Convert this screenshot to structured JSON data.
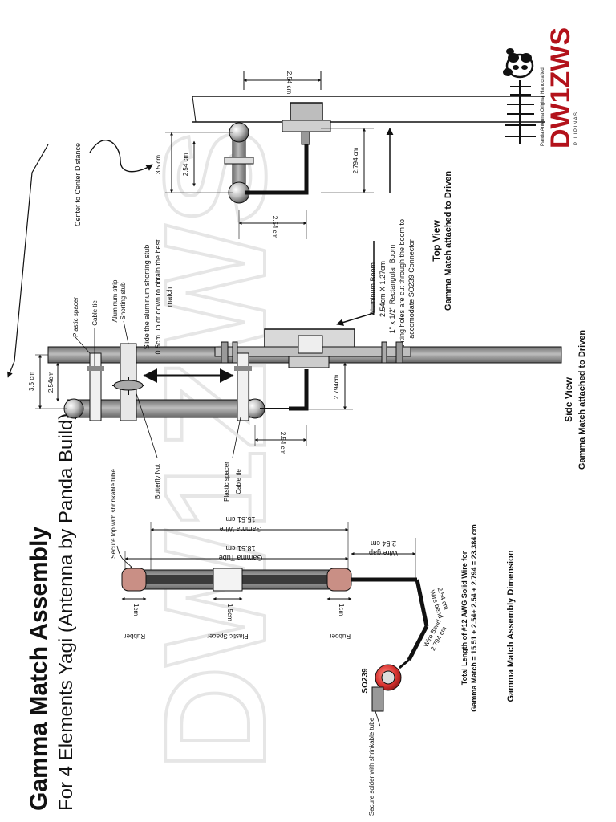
{
  "title": "Gamma Match Assembly",
  "subtitle": "For 4 Elements Yagi (Antenna by Panda Build)",
  "watermark": "DW1ZWS",
  "logo": {
    "callsign": "DW1ZWS",
    "country": "P I L I P I N A S",
    "tagline": "Panda Antenna Original Handcrafted"
  },
  "assembly": {
    "section_title": "Gamma Match Assembly Dimension",
    "secure_top": "Secure top with shrinkable tube",
    "secure_solder": "Secure solder with shrinkable tube",
    "gamma_wire_label": "Gamma Wire",
    "gamma_wire_value": "15.51 cm",
    "gamma_tube_label": "Gamma Tube",
    "gamma_tube_value": "18.51 cm",
    "wire_gap_label": "Wire gap",
    "wire_gap_value": "2.54 cm",
    "rubber_left": "Rubber",
    "rubber_right": "Rubber",
    "rubber_left_dim": "1cm",
    "rubber_right_dim": "1cm",
    "plastic_spacer": "Plastic Spacer",
    "plastic_spacer_dim": "1.5cm",
    "wire_bend_1_label": "Wire bend",
    "wire_bend_1_value": "2.54 cm",
    "wire_bend_2_label": "Wire Bend",
    "wire_bend_2_value": "2.794 cm",
    "connector": "SO239",
    "total_length_line1": "Total Length of #12 AWG Solid Wire for",
    "total_length_line2": "Gamma Match = 15.51 + 2.54+ 2.54 + 2.794 = 23.384 cm"
  },
  "side_view": {
    "title": "Side View",
    "subtitle": "Gamma Match attached to Driven",
    "dim_35": "3.5 cm",
    "dim_254_a": "2.54cm",
    "dim_2794": "2.794cm",
    "dim_254_b": "2.54 cm",
    "plastic_spacer_top": "Plastic spacer",
    "cable_tie_top": "Cable tie",
    "aluminum_strip": "Aluminum strip",
    "shorting_stub": "Shorting stub",
    "slide_note_1": "Slide the aluminum shorting stub",
    "slide_note_2": "0.5cm up or down to obtain the best",
    "slide_note_3": "match",
    "butterfly_nut": "Butterfly Nut",
    "plastic_spacer_bottom": "Plastic spacer",
    "cable_tie_bottom": "Cable tie",
    "center_distance": "Center to Center Distance"
  },
  "top_view": {
    "title": "Top View",
    "subtitle": "Gamma Match attached to Driven",
    "dim_254_top": "2.54 cm",
    "dim_35": "3.5 cm",
    "dim_254_side": "2.54 cm",
    "dim_254_bottom": "2.54 cm",
    "dim_2794": "2.794 cm",
    "boom_1": "Aluminum Boom",
    "boom_2": "2.54cm X 1.27cm",
    "boom_3": "1\" x 1/2\" Rectangular Boom",
    "boom_4": "Mounting holes are cut through the boom to",
    "boom_5": "accomodate SO239 Connector"
  },
  "colors": {
    "ink": "#111111",
    "watermark": "#e3e3e3",
    "rubber": "#c98f85",
    "connector_red": "#d8322f",
    "element_gray": "#8a8a8a",
    "part_gray": "#cfcfcf",
    "logo_red": "#b3121b"
  }
}
